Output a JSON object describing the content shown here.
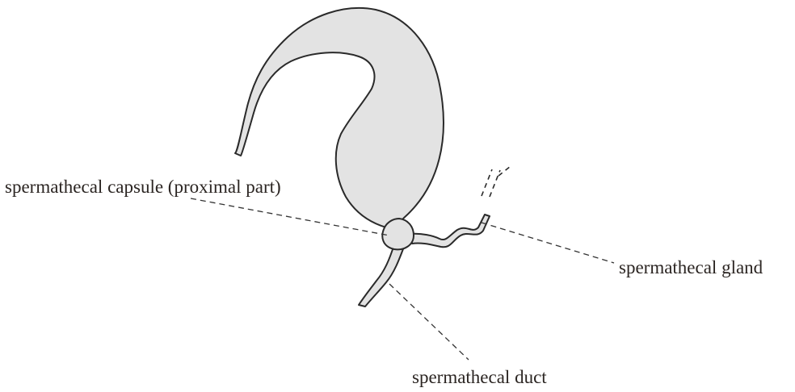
{
  "labels": {
    "capsule": "spermathecal capsule (proximal part)",
    "gland": "spermathecal gland",
    "duct": "spermathecal duct"
  },
  "colors": {
    "fill": "#e3e3e3",
    "stroke": "#2a2a2a",
    "leader": "#333333",
    "text": "#2b2522",
    "background": "#ffffff"
  }
}
